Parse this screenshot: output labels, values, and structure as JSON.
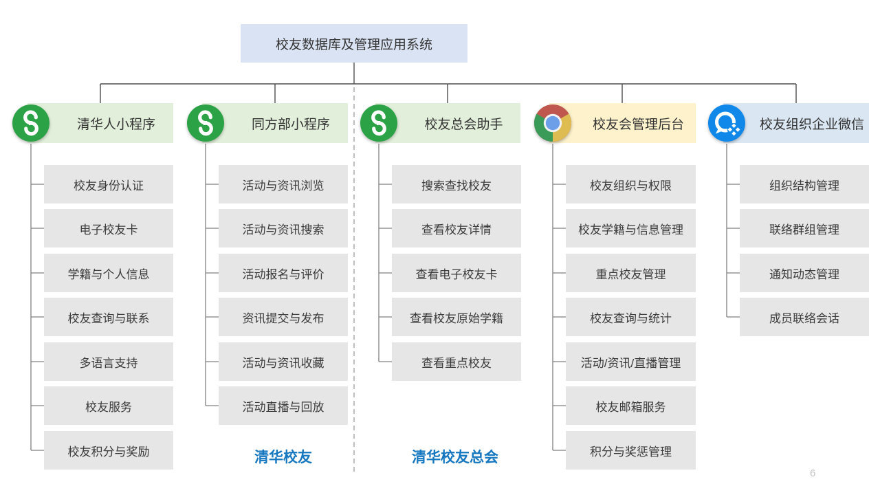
{
  "root": {
    "title": "校友数据库及管理应用系统"
  },
  "columns": [
    {
      "title": "清华人小程序",
      "icon": "wechat-miniprogram-icon",
      "theme": "green",
      "items": [
        "校友身份认证",
        "电子校友卡",
        "学籍与个人信息",
        "校友查询与联系",
        "多语言支持",
        "校友服务",
        "校友积分与奖励"
      ]
    },
    {
      "title": "同方部小程序",
      "icon": "wechat-miniprogram-icon",
      "theme": "green",
      "items": [
        "活动与资讯浏览",
        "活动与资讯搜索",
        "活动报名与评价",
        "资讯提交与发布",
        "活动与资讯收藏",
        "活动直播与回放"
      ],
      "footer": "清华校友"
    },
    {
      "title": "校友总会助手",
      "icon": "wechat-miniprogram-icon",
      "theme": "green",
      "items": [
        "搜索查找校友",
        "查看校友详情",
        "查看电子校友卡",
        "查看校友原始学籍",
        "查看重点校友"
      ],
      "footer": "清华校友总会"
    },
    {
      "title": "校友会管理后台",
      "icon": "chrome-icon",
      "theme": "yellow",
      "items": [
        "校友组织与权限",
        "校友学籍与信息管理",
        "重点校友管理",
        "校友查询与统计",
        "活动/资讯/直播管理",
        "校友邮箱服务",
        "积分与奖惩管理"
      ]
    },
    {
      "title": "校友组织企业微信",
      "icon": "wecom-icon",
      "theme": "blue",
      "items": [
        "组织结构管理",
        "联络群组管理",
        "通知动态管理",
        "成员联络会话"
      ]
    }
  ],
  "page": {
    "number": "6"
  },
  "colors": {
    "root_box_bg": "#dae3f3",
    "header_green_bg": "#e2efda",
    "header_yellow_bg": "#fdf2cc",
    "header_blue_bg": "#dae6f2",
    "item_bg": "#e7e6e6",
    "wechat_green": "#2ba245",
    "wecom_blue": "#0f88e9",
    "chrome_red": "#c0574f",
    "chrome_green": "#399b57",
    "chrome_yellow": "#dfbc52",
    "chrome_blue": "#6d9ee8",
    "footer_text": "#1577c0",
    "connector": "#7f7f7f"
  }
}
